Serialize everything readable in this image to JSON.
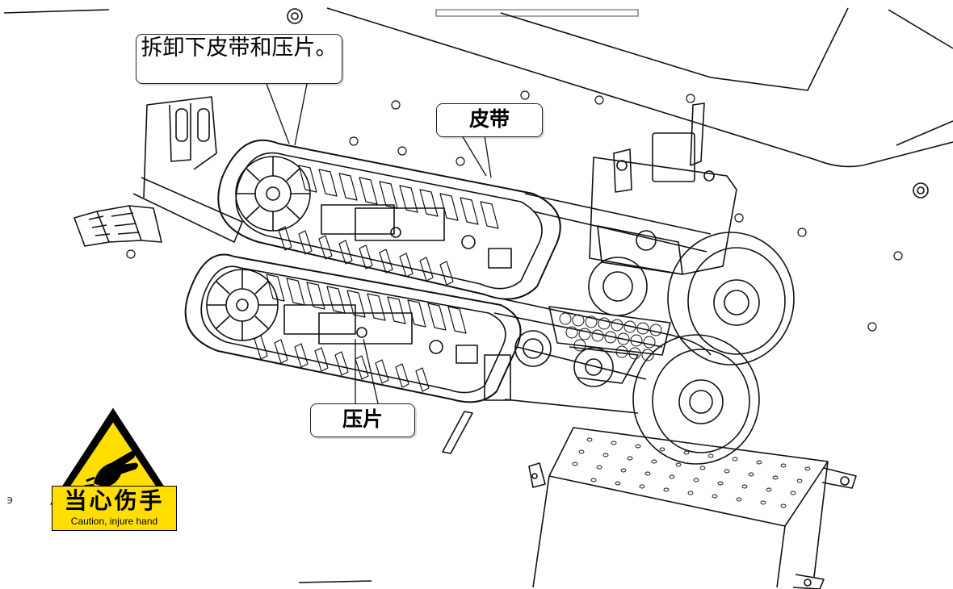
{
  "callouts": {
    "remove_belt_and_plate": "拆卸下皮带和压片。",
    "belt": "皮带",
    "pressing_plate": "压片"
  },
  "warning": {
    "chinese": "当心伤手",
    "english": "Caution, injure hand",
    "sign_color": "#ffde00"
  },
  "stray_mark": "϶"
}
